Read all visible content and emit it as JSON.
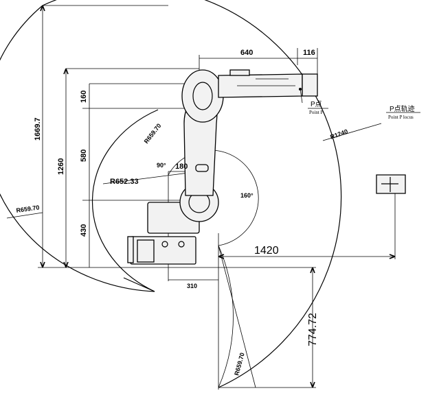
{
  "dimensions": {
    "forearm_length": "640",
    "wrist_offset": "116",
    "upper_link_offset": "160",
    "upper_arm_length": "580",
    "base_height": "430",
    "total_height_1260": "1260",
    "total_height_1669": "1669.7",
    "shoulder_offset": "180",
    "reach_1420": "1420",
    "base_offset_310": "310",
    "lower_reach_774": "774.72"
  },
  "radii": {
    "r_max": "R1240",
    "r_659_left": "R659.70",
    "r_659_upper": "R659.70",
    "r_659_lower": "R659.70",
    "r_652": "R652.33"
  },
  "angles": {
    "angle_90": "90°",
    "angle_160": "160°"
  },
  "annotations": {
    "point_p_cn": "P点",
    "point_p_en": "Point P",
    "locus_cn": "P点轨迹",
    "locus_en": "Point P locus"
  }
}
